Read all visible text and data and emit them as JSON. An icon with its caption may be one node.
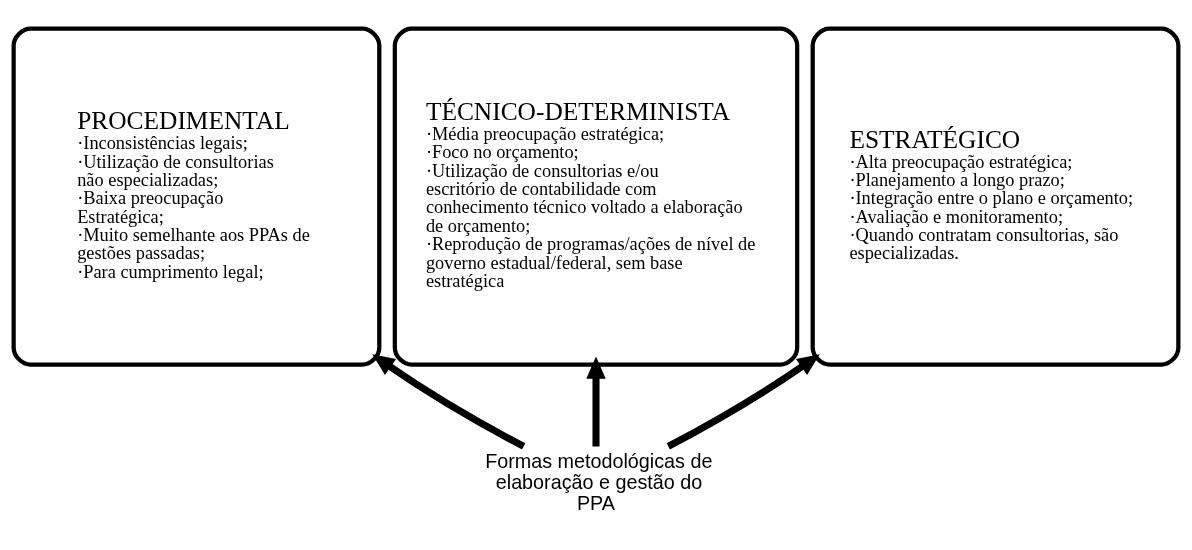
{
  "diagram": {
    "nodes": [
      {
        "text": [
          "PROCEDIMENTAL",
          "·Inconsistências legais;",
          "·Utilização de consultorias não especializadas;",
          "·Baixa preocupação Estratégica;",
          "·Muito semelhante aos PPAs de gestões passadas;",
          "·Para cumprimento legal;"
        ]
      },
      {
        "text": [
          "TÉCNICO-DETERMINISTA",
          "·Média preocupação estratégica;",
          "·Foco no orçamento;",
          "·Utilização de consultorias e/ou escritório de contabilidade com conhecimento técnico voltado a elaboração de orçamento;",
          "·Reprodução de programas/ações de nível de governo estadual/federal, sem base estratégica"
        ]
      },
      {
        "text": [
          "ESTRATÉGICO",
          "·Alta preocupação estratégica;",
          "·Planejamento a longo prazo;",
          "·Integração entre o plano e orçamento;",
          "·Avaliação e monitoramento;",
          "·Quando contratam consultorias, são especializadas."
        ]
      },
      {
        "text": [
          "Formas metodológicas de elaboração e gestão do PPA"
        ]
      }
    ],
    "edges": [
      {
        "from": 3,
        "to": 0,
        "arrow": "to"
      },
      {
        "from": 3,
        "to": 1,
        "arrow": "to"
      },
      {
        "from": 3,
        "to": 2,
        "arrow": "to"
      }
    ]
  }
}
